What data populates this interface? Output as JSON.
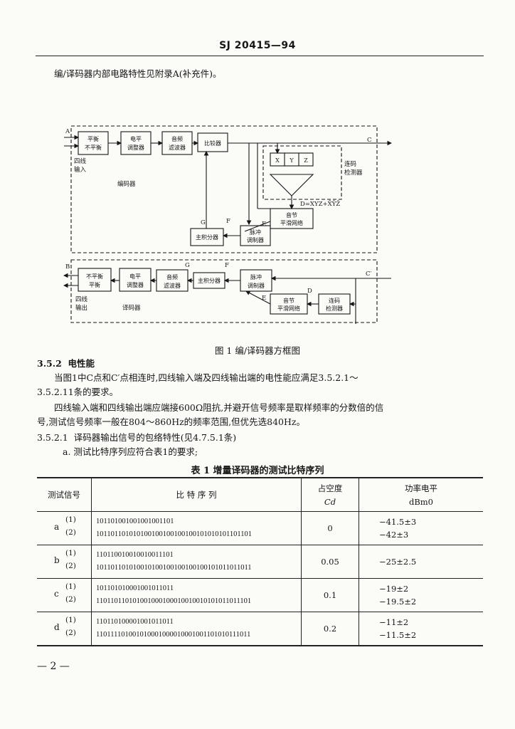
{
  "header": {
    "code": "SJ 20415—94"
  },
  "intro": "编/译码器内部电路特性见附录A(补充件)。",
  "figure": {
    "caption": "图 1  编/译码器方框图",
    "encoder_label": "编码器",
    "decoder_label": "译码器",
    "port_A": "A",
    "port_B": "B",
    "port_C": "C",
    "port_C2": "C′",
    "four_wire_in": [
      "四线",
      "输入"
    ],
    "four_wire_out": [
      "四线",
      "输出"
    ],
    "enc_blocks": {
      "balance": [
        "平衡",
        "不平衡"
      ],
      "level": [
        "电平",
        "调整器"
      ],
      "audio": [
        "音频",
        "滤波器"
      ],
      "comparator": "比较器",
      "pulse_mod": [
        "脉冲",
        "调制器"
      ],
      "integrator": "主积分器",
      "syllabic": [
        "音节",
        "平滑网络"
      ],
      "detector": [
        "连码",
        "检测器"
      ],
      "det_x": "X",
      "det_y": "Y",
      "det_z": "Z",
      "formula": "D=XYZ+X̄ȲZ̄"
    },
    "dec_blocks": {
      "unbalance": [
        "不平衡",
        "平衡"
      ],
      "level": [
        "电平",
        "调整器"
      ],
      "audio": [
        "音频",
        "滤波器"
      ],
      "integrator": "主积分器",
      "pulse_mod": [
        "脉冲",
        "调制器"
      ],
      "syllabic": [
        "音节",
        "平滑网络"
      ],
      "detector": [
        "连码",
        "检测器"
      ]
    },
    "sig": {
      "D": "D",
      "E": "E",
      "F": "F",
      "G": "G"
    }
  },
  "section": {
    "number": "3.5.2",
    "title": "电性能",
    "para1_line1": "当图1中C点和C′点相连时,四线输入端及四线输出端的电性能应满足3.5.2.1～",
    "para1_line2": "3.5.2.11条的要求。",
    "para2_line1": "四线输入端和四线输出端应端接600Ω阻抗,并避开信号频率是取样频率的分数倍的信",
    "para2_line2": "号,测试信号频率一般在804～860Hz的频率范围,但优先选840Hz。"
  },
  "subsection": {
    "number": "3.5.2.1",
    "title": "译码器输出信号的包络特性(见4.7.5.1条)",
    "item_a": "a.  测试比特序列应符合表1的要求;"
  },
  "table": {
    "title": "表 1   增量译码器的测试比特序列",
    "headers": {
      "signal": "测试信号",
      "sequence": "比  特  序  列",
      "duty": "占空度",
      "duty_symbol": "Cd",
      "power": "功率电平",
      "power_unit": "dBm0"
    },
    "rows": [
      {
        "signal": "a",
        "sub1": "(1)",
        "sub2": "(2)",
        "seq1": "101101001001001001101",
        "seq2": "101101101010100100100100100101010101101101",
        "duty": "0",
        "pwr1": "−41.5±3",
        "pwr2": "−42±3"
      },
      {
        "signal": "b",
        "sub1": "(1)",
        "sub2": "(2)",
        "seq1": "110110010010010011101",
        "seq2": "101101101010010100100100100100101011011011",
        "duty": "0.05",
        "pwr1": "−25±2.5",
        "pwr2": ""
      },
      {
        "signal": "c",
        "sub1": "(1)",
        "sub2": "(2)",
        "seq1": "101101010001001011011",
        "seq2": "110110110101001000100010010010101011011101",
        "duty": "0.1",
        "pwr1": "−19±2",
        "pwr2": "−19.5±2"
      },
      {
        "signal": "d",
        "sub1": "(1)",
        "sub2": "(2)",
        "seq1": "110110100001001011011",
        "seq2": "110111101001010001000010001001101010111011",
        "duty": "0.2",
        "pwr1": "−11±2",
        "pwr2": "−11.5±2"
      }
    ]
  },
  "footer": {
    "page": "— 2 —"
  }
}
